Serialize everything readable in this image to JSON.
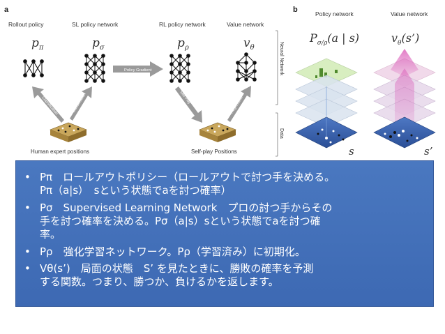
{
  "figure": {
    "panel_a": {
      "letter": "a",
      "rollout_label": "Rollout policy",
      "sl_label": "SL policy network",
      "rl_label": "RL policy network",
      "value_label": "Value network",
      "rollout_sym": "p",
      "rollout_sub": "π",
      "sl_sym": "p",
      "sl_sub": "σ",
      "rl_sym": "p",
      "rl_sub": "ρ",
      "value_sym": "v",
      "value_sub": "θ",
      "policy_gradient": "Policy Gradient",
      "classification": "Classification",
      "classification2": "Classification",
      "self_play": "Self Play",
      "regression": "Regression",
      "neural_network": "Neural Network",
      "data": "Data",
      "human_positions": "Human expert positions",
      "selfplay_positions": "Self-play Positions"
    },
    "panel_b": {
      "letter": "b",
      "policy_label": "Policy network",
      "value_label": "Value network",
      "policy_formula": "P",
      "policy_formula_sub": "σ/ρ",
      "policy_formula_rest": "(a | s)",
      "value_formula": "v",
      "value_formula_sub": "θ",
      "value_formula_rest": "(s’)",
      "s_label": "s",
      "s_prime_label": "s’"
    }
  },
  "bullets": [
    {
      "marker": "•",
      "text": "Pπ　ロールアウトポリシー（ロールアウトで討つ手を決める。\nPπ（a|s）　sという状態でaを討つ確率）"
    },
    {
      "marker": "•",
      "text": "Pσ　Supervised Learning Network　プロの討つ手からその\n手を討つ確率を決める。Pσ（a|s）sという状態でaを討つ確\n率。"
    },
    {
      "marker": "•",
      "text": "Pρ　強化学習ネットワーク。Pρ（学習済み）に初期化。"
    },
    {
      "marker": "•",
      "text": "Vθ(s’)　局面の状態　S’ を見たときに、勝敗の確率を予測\nする関数。つまり、勝つか、負けるかを返します。"
    }
  ],
  "colors": {
    "textbox_bg": "#4470b8",
    "bullet_text": "#ffffff",
    "arrow_gray": "#9a9a9a",
    "board_wood": "#c9a75c",
    "plane_green": "#cfe8b0",
    "plane_blue": "#3a5fa8",
    "value_pink": "#d84fb3"
  }
}
